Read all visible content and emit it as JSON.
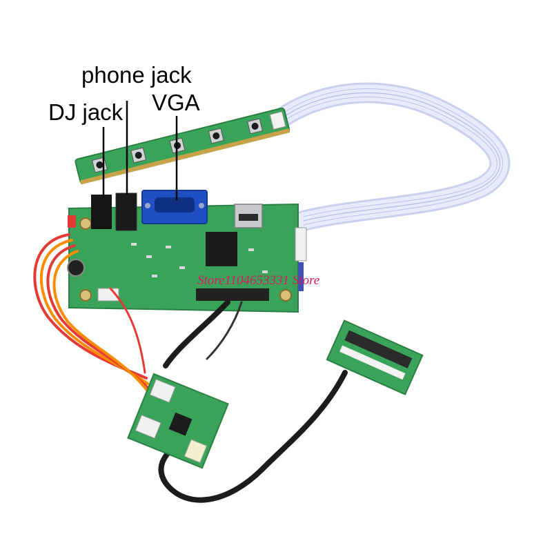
{
  "labels": {
    "phone_jack": "phone jack",
    "dj_jack": "DJ jack",
    "vga": "VGA"
  },
  "watermark": "Store1104653331 Store",
  "colors": {
    "pcb": "#3aa35a",
    "pcb_dark": "#2a7f44",
    "vga_port": "#1f4fc2",
    "ribbon_cable": "#dfe4f6",
    "red_wire": "#e53935",
    "orange_wire": "#fb8c00",
    "black_cable": "#1c1c1c",
    "watermark": "#d81b60"
  }
}
